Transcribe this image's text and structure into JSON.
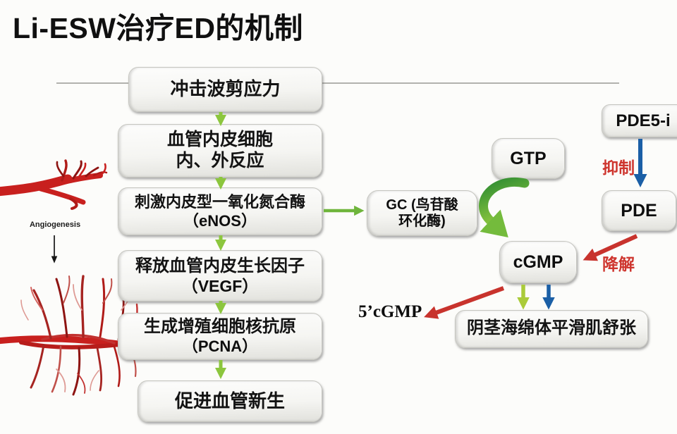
{
  "title": "Li-ESW治疗ED的机制",
  "flow": {
    "boxes": [
      {
        "line1": "冲击波剪应力",
        "line2": ""
      },
      {
        "line1": "血管内皮细胞",
        "line2": "内、外反应"
      },
      {
        "line1": "刺激内皮型一氧化氮合酶",
        "line2": "（eNOS）"
      },
      {
        "line1": "释放血管内皮生长因子",
        "line2": "（VEGF）"
      },
      {
        "line1": "生成增殖细胞核抗原",
        "line2": "（PCNA）"
      },
      {
        "line1": "促进血管新生",
        "line2": ""
      }
    ]
  },
  "pathway": {
    "gc_line1": "GC (鸟苷酸",
    "gc_line2": "环化酶)",
    "gtp": "GTP",
    "pde5i": "PDE5-i",
    "inhibit": "抑制",
    "pde": "PDE",
    "degrade": "降解",
    "cgmp": "cGMP",
    "five_prime_cgmp": "5’cGMP",
    "smooth_muscle": "阴茎海绵体平滑肌舒张"
  },
  "illustration": {
    "label": "Angiogenesis"
  },
  "colors": {
    "arrow_green_light": "#8CC63E",
    "arrow_green": "#6FB53C",
    "arrow_green_dark": "#2E8C32",
    "arrow_blue": "#1B5FA6",
    "arrow_red": "#C8332D",
    "red_label": "#CE352E",
    "vessel_red": "#C8201E",
    "vessel_dark": "#8E1412"
  }
}
